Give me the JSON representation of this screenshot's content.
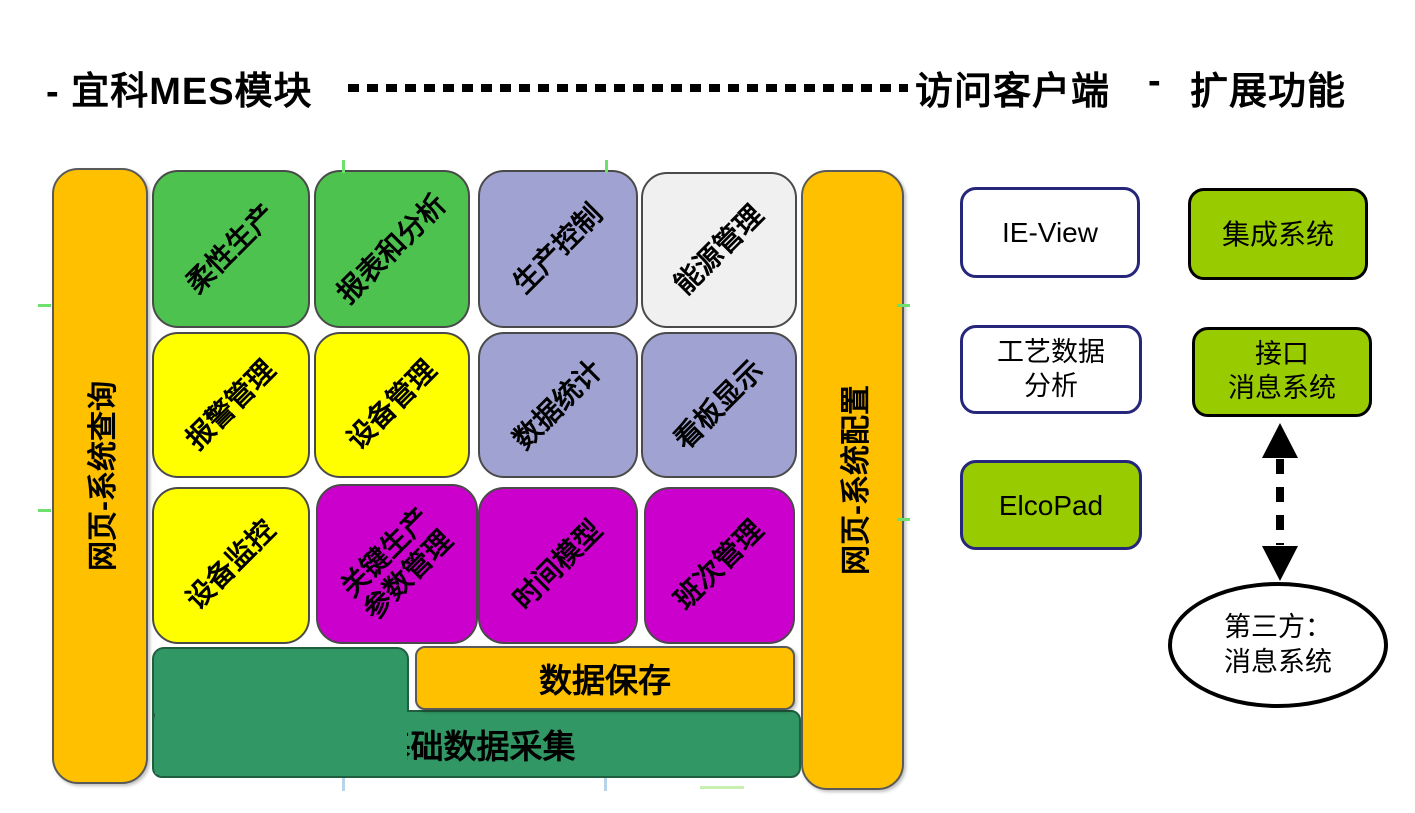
{
  "header": {
    "mes_title": "- 宜科MES模块",
    "client_title": "访问客户端",
    "separator": "-",
    "extension_title": "扩展功能"
  },
  "mes": {
    "left_bar": "网页-系统查询",
    "right_bar": "网页-系统配置",
    "grid": [
      {
        "label": "柔性生产",
        "color": "green"
      },
      {
        "label": "报表和分析",
        "color": "green"
      },
      {
        "label": "生产控制",
        "color": "lavender"
      },
      {
        "label": "能源管理",
        "color": "lightgray"
      },
      {
        "label": "报警管理",
        "color": "yellow"
      },
      {
        "label": "设备管理",
        "color": "yellow"
      },
      {
        "label": "数据统计",
        "color": "lavender"
      },
      {
        "label": "看板显示",
        "color": "lavender"
      },
      {
        "label": "设备监控",
        "color": "yellow"
      },
      {
        "label": "关键生产\n参数管理",
        "color": "magenta"
      },
      {
        "label": "时间模型",
        "color": "magenta"
      },
      {
        "label": "班次管理",
        "color": "magenta"
      }
    ],
    "data_save": "数据保存",
    "base_collection": "基础数据采集"
  },
  "clients": {
    "ie_view": "IE-View",
    "process_data": "工艺数据\n分析",
    "elcopad": "ElcoPad"
  },
  "extensions": {
    "integration": "集成系统",
    "interface": "接口\n消息系统",
    "third_party": "第三方：\n消息系统"
  },
  "colors": {
    "gold": "#FFC000",
    "green": "#4DC24F",
    "yellow": "#FFFF00",
    "lavender": "#A0A3D1",
    "lightgray": "#F0F0F0",
    "magenta": "#CC00CC",
    "teal": "#319764",
    "yellowgreen": "#99CC00",
    "navy": "#26267A"
  }
}
